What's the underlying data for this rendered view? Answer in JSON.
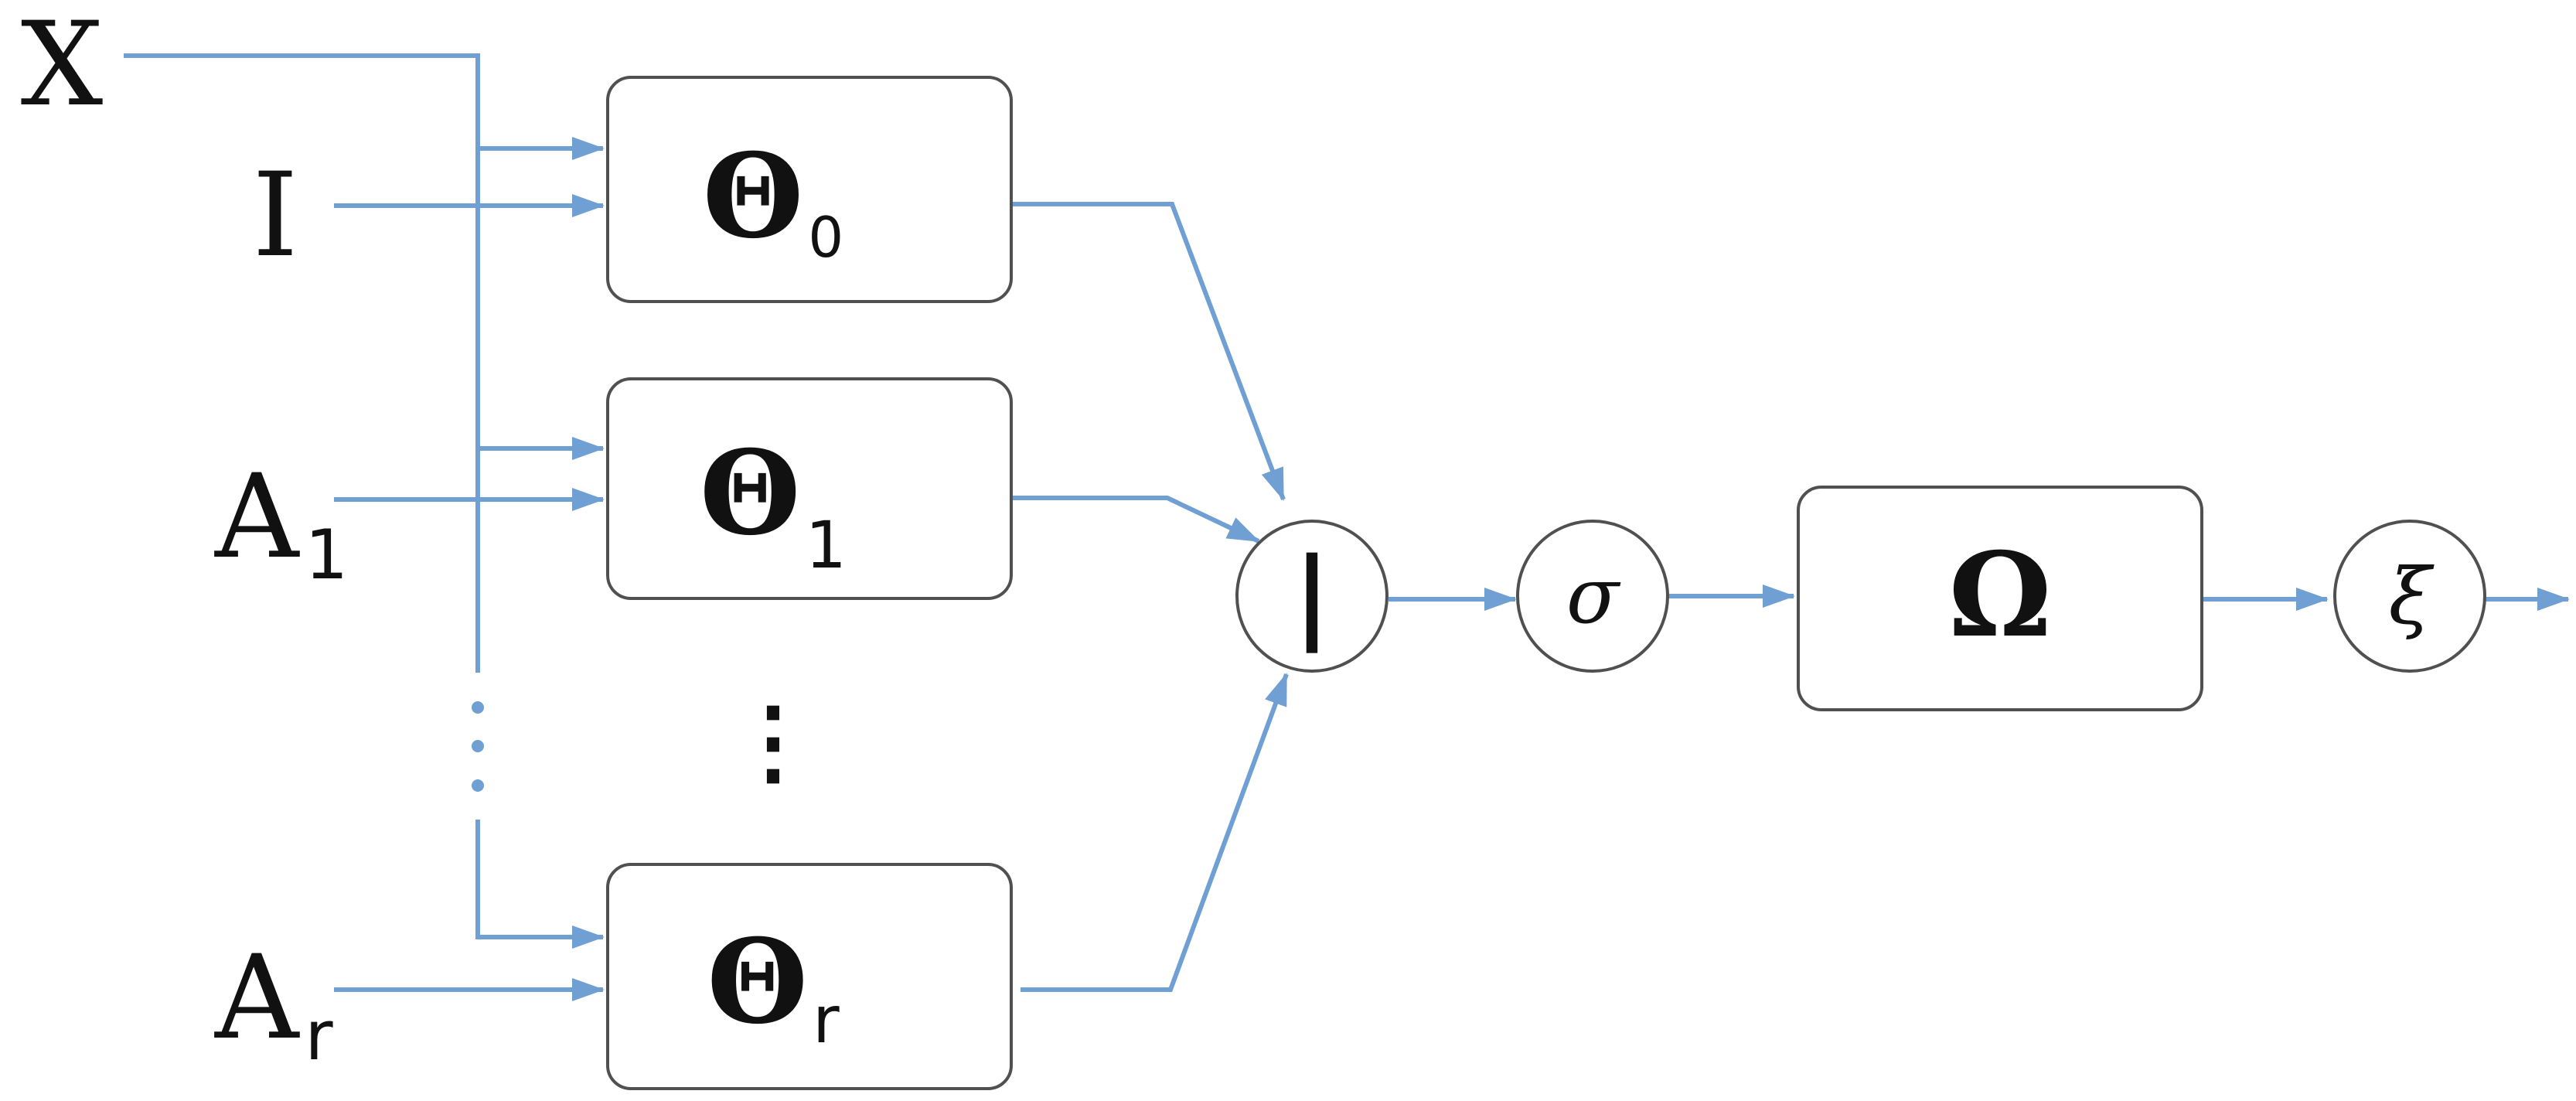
{
  "inputs": {
    "x": "X",
    "identity": "I",
    "a1_base": "A",
    "a1_sub": "1",
    "ar_base": "A",
    "ar_sub": "r"
  },
  "blocks": {
    "theta0": {
      "symbol": "Θ",
      "sub": "0"
    },
    "theta1": {
      "symbol": "Θ",
      "sub": "1"
    },
    "thetar": {
      "symbol": "Θ",
      "sub": "r"
    },
    "vdots": "⋮",
    "omega": "Ω"
  },
  "nodes": {
    "concat": "|",
    "sigma": "σ",
    "xi": "ξ"
  },
  "colors": {
    "wire": "#6f9fd3",
    "border": "#505050",
    "text": "#111111"
  }
}
